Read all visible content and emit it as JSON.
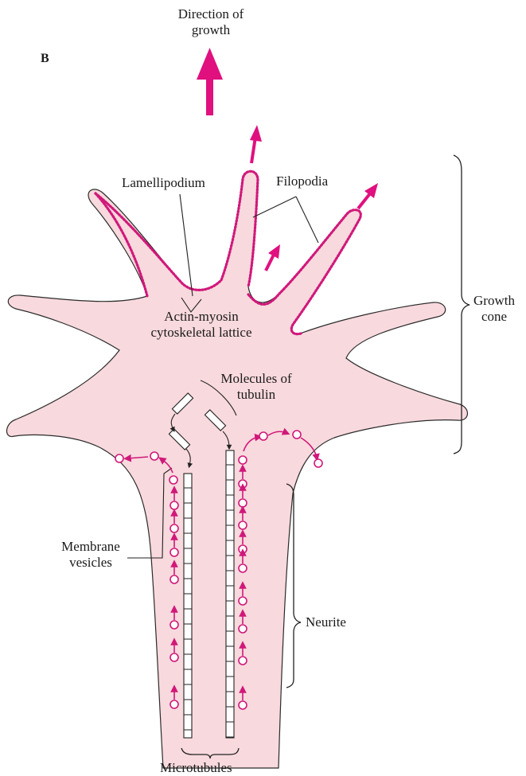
{
  "figure": {
    "panel_letter": "B",
    "colors": {
      "cytoplasm": "#f8d9dd",
      "accent_magenta": "#e0107f",
      "outline": "#2b2b2b"
    }
  },
  "labels": {
    "direction": [
      "Direction of",
      "growth"
    ],
    "lamellipodium": "Lamellipodium",
    "filopodia": "Filopodia",
    "growth_cone": [
      "Growth",
      "cone"
    ],
    "actin_myosin": [
      "Actin-myosin",
      "cytoskeletal lattice"
    ],
    "tubulin": [
      "Molecules of",
      "tubulin"
    ],
    "membrane_vesicles": [
      "Membrane",
      "vesicles"
    ],
    "neurite": "Neurite",
    "microtubules": "Microtubules"
  }
}
